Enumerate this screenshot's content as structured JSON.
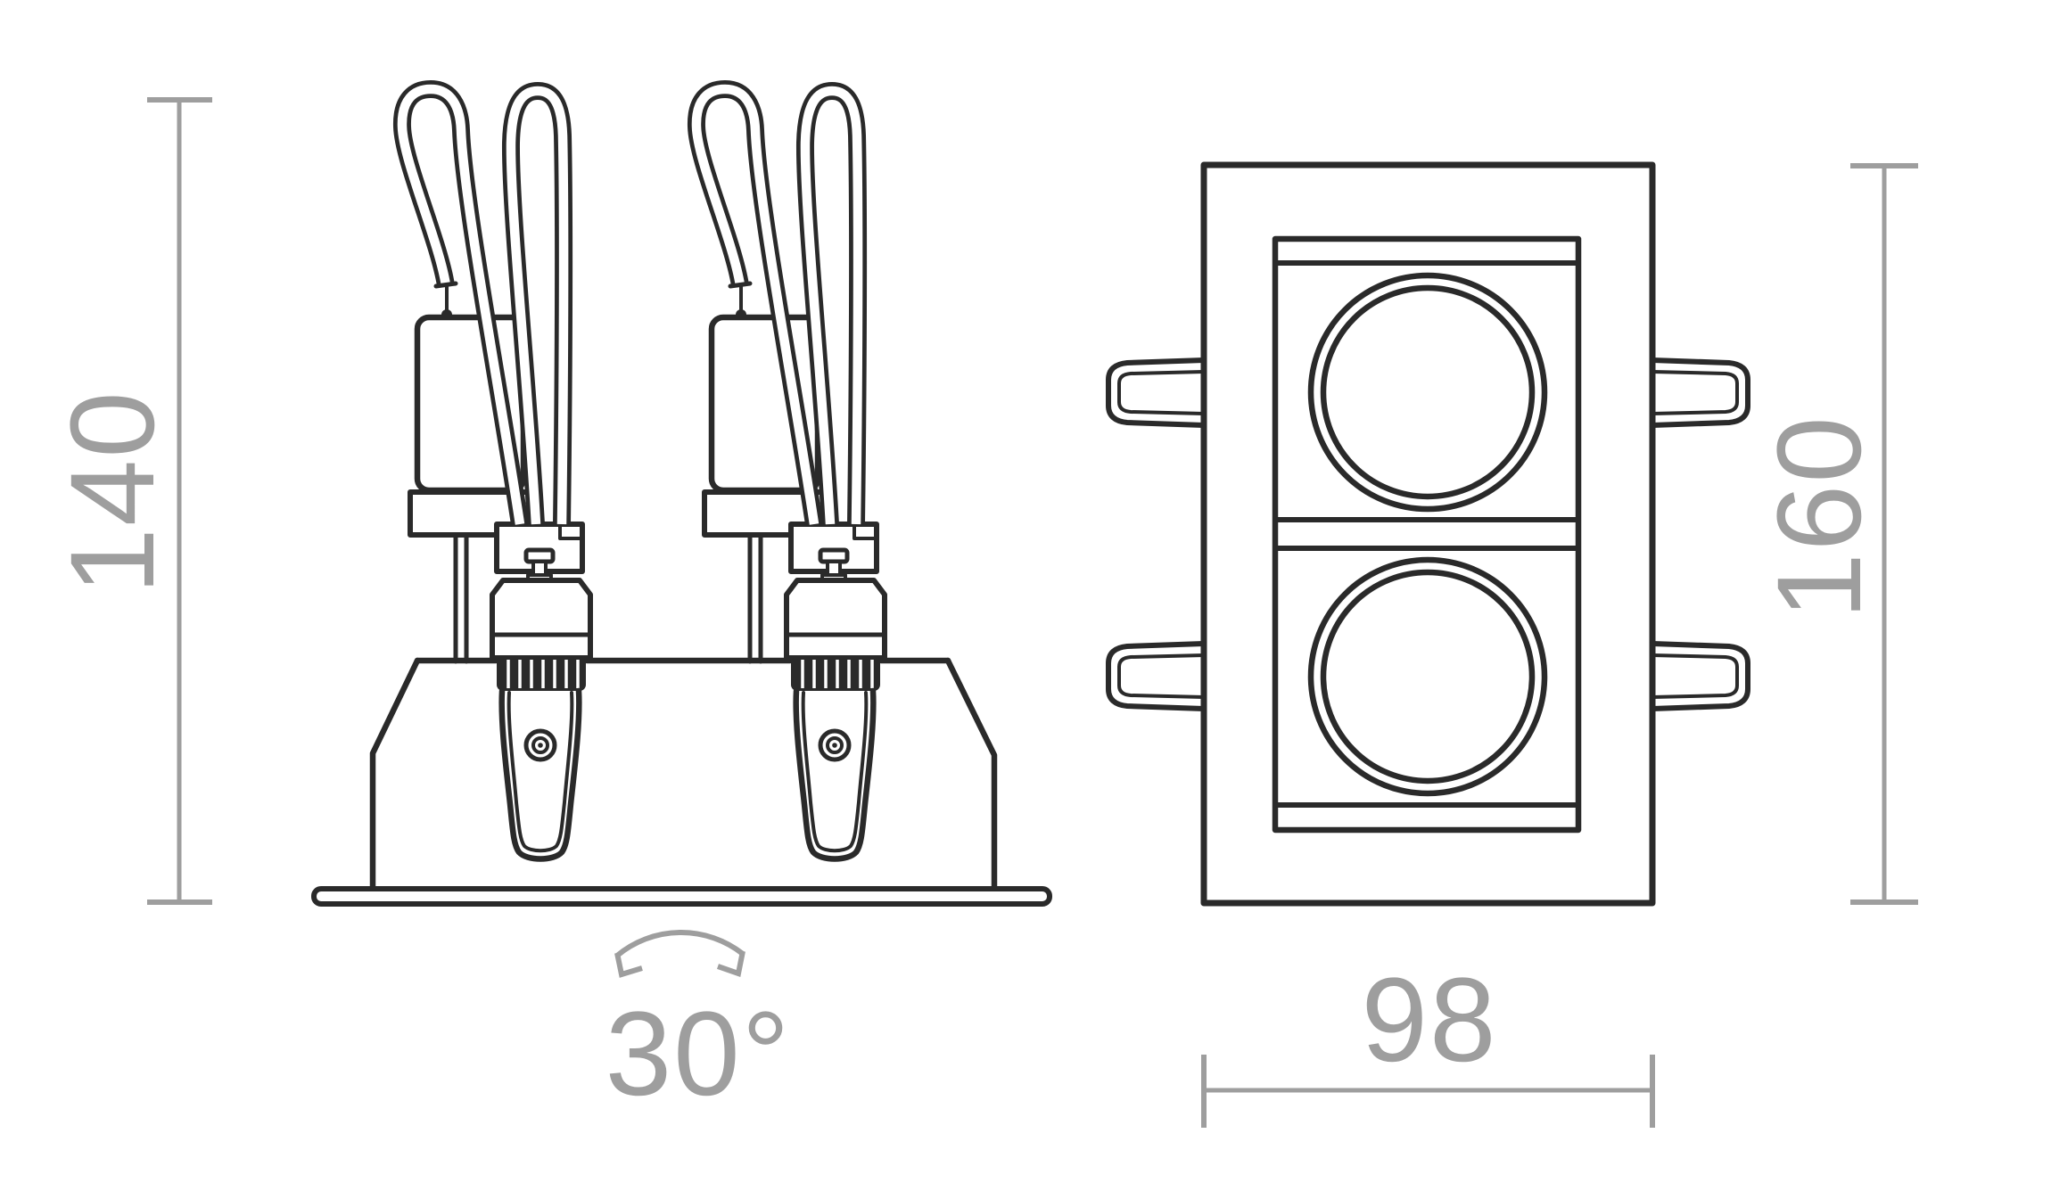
{
  "drawing": {
    "kind": "luminaire-dimension-drawing",
    "views": {
      "side_view": "recessed twin-spot fixture, side elevation with cables",
      "front_view": "recessed twin-spot fixture, face view with two round lamps and four spring clips"
    }
  },
  "dimensions": {
    "side_height": {
      "value": "140"
    },
    "front_height": {
      "value": "160"
    },
    "front_width": {
      "value": "98"
    },
    "tilt_angle": {
      "value": "30°"
    }
  },
  "colors": {
    "ink": "#2a2a2a",
    "dimension": "#9e9e9e",
    "background": "#ffffff"
  }
}
